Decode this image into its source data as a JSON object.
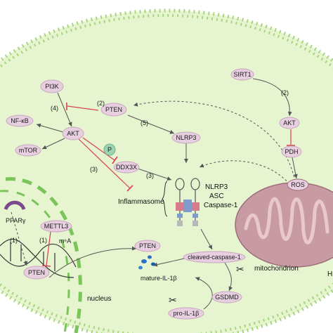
{
  "nodes": {
    "pi3k": "PI3K",
    "pten_top": "PTEN",
    "akt_left": "AKT",
    "nfkb": "NF-κB",
    "mtor": "mTOR",
    "p_badge": "P",
    "ddx3x": "DDX3X",
    "nlrp3": "NLRP3",
    "sirt1": "SIRT1",
    "akt_right": "AKT",
    "pdh": "PDH",
    "ros": "ROS",
    "ppar": "PPARγ",
    "mettl3": "METTL3",
    "m6a": "m⁶A",
    "pten_nuc": "PTEN",
    "pten_cyto": "PTEN",
    "cleaved": "cleaved-caspase-1",
    "mature": "mature-IL-1β",
    "gsdmd": "GSDMD",
    "pro": "pro-IL-1β"
  },
  "labels": {
    "inflammasome": "Inflammasome",
    "complex_line1": "NLRP3",
    "complex_line2": "ASC",
    "complex_line3": "Caspase-1",
    "mitochondrion": "mitochondrion",
    "nucleus": "nucleus",
    "edge_letter": "H"
  },
  "steps": {
    "s2_left": "(2)",
    "s4": "(4)",
    "s5": "(5)",
    "s3_left": "(3)",
    "s3_mid": "(3)",
    "s2_right": "(2)",
    "s1_a": "(1)",
    "s1_b": "(1)"
  },
  "colors": {
    "cell_fill": "#e6f5d0",
    "membrane": "#a8d67e",
    "node_fill": "#e7cfe0",
    "node_stroke": "#c9a6bf",
    "inhibit": "#d94055",
    "arrow": "#555555",
    "mito_fill": "#c89aa4",
    "mito_cristae": "#e8c8cc",
    "p_fill": "#9ed3b2",
    "nucleus_dash": "#7ac45a"
  }
}
